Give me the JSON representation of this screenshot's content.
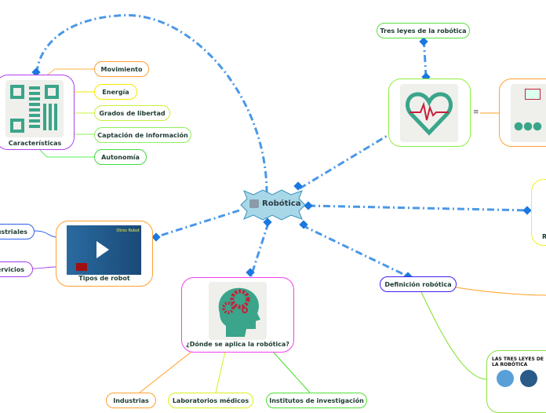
{
  "central": {
    "label": "Robótica",
    "icon": "robot-icon"
  },
  "caracteristicas": {
    "label": "Características",
    "icon": "qr-code-icon",
    "children": [
      "Movimiento",
      "Energía",
      "Grados de libertad",
      "Captación de información",
      "Autonomía"
    ]
  },
  "tres_leyes": {
    "label": "Tres leyes de la robótica"
  },
  "heart_node": {
    "icon": "heart-pulse-icon"
  },
  "notes_marker": "≡",
  "right_partial": {
    "label": "R"
  },
  "definicion": {
    "label": "Definición robótica",
    "image_title": "LAS TRES LEYES DE LA ROBÓTICA"
  },
  "tipos": {
    "label": "Tipos de robot",
    "video_text": "Otros Robot",
    "children": [
      "ustriales",
      "ervicios"
    ]
  },
  "donde": {
    "label": "¿Dónde se aplica la robótica?",
    "icon": "head-gears-icon",
    "children": [
      "Industrias",
      "Laboratorios médicos",
      "Institutos de investigación"
    ]
  },
  "colors": {
    "connector": "#4a98e8",
    "central_fill": "#a8d8e8"
  }
}
